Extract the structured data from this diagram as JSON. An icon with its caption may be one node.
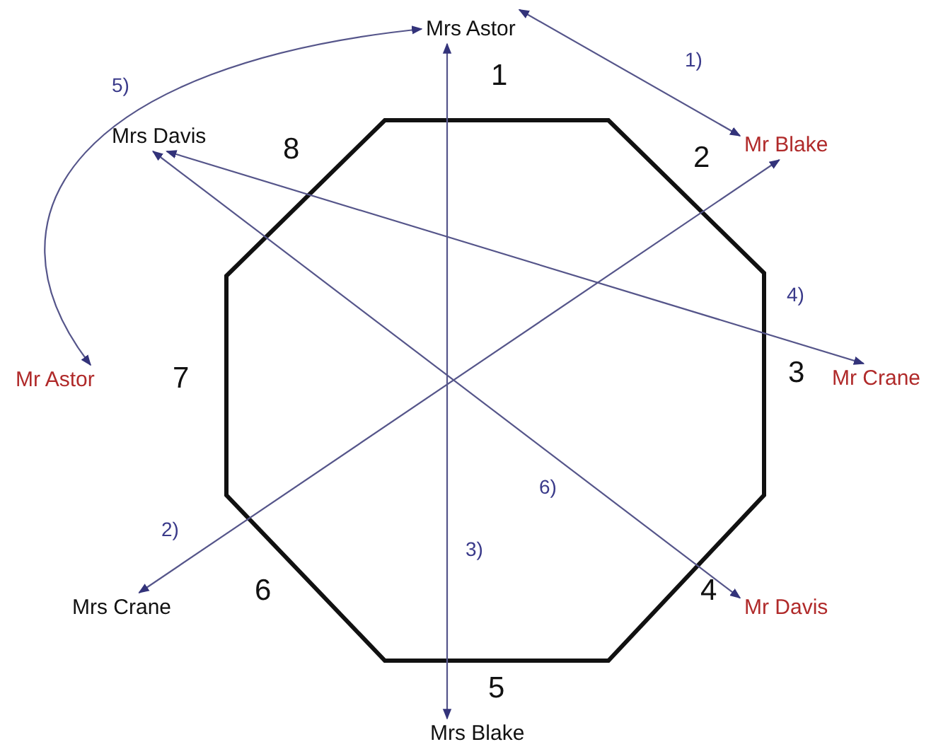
{
  "diagram": {
    "nodes": [
      {
        "text": [
          "Mrs Astor"
        ]
      },
      {
        "text": [
          "Mr Blake"
        ]
      },
      {
        "text": [
          "Mrs Davis"
        ]
      },
      {
        "text": [
          "Mr Astor"
        ]
      },
      {
        "text": [
          "Mr Crane"
        ]
      },
      {
        "text": [
          "Mrs Crane"
        ]
      },
      {
        "text": [
          "Mr Davis"
        ]
      },
      {
        "text": [
          "Mrs Blake"
        ]
      }
    ],
    "edges": [
      {
        "from": 0,
        "to": 1,
        "arrow": "both",
        "label": "1)"
      },
      {
        "from": 5,
        "to": 1,
        "arrow": "both",
        "label": "2)"
      },
      {
        "from": 0,
        "to": 7,
        "arrow": "both",
        "label": "3)"
      },
      {
        "from": 2,
        "to": 4,
        "arrow": "both",
        "label": "4)"
      },
      {
        "from": 0,
        "to": 3,
        "arrow": "both",
        "label": "5)"
      },
      {
        "from": 2,
        "to": 6,
        "arrow": "both",
        "label": "6)"
      }
    ],
    "labels": [
      "1",
      "2",
      "8",
      "3",
      "7",
      "4",
      "6",
      "5"
    ]
  }
}
